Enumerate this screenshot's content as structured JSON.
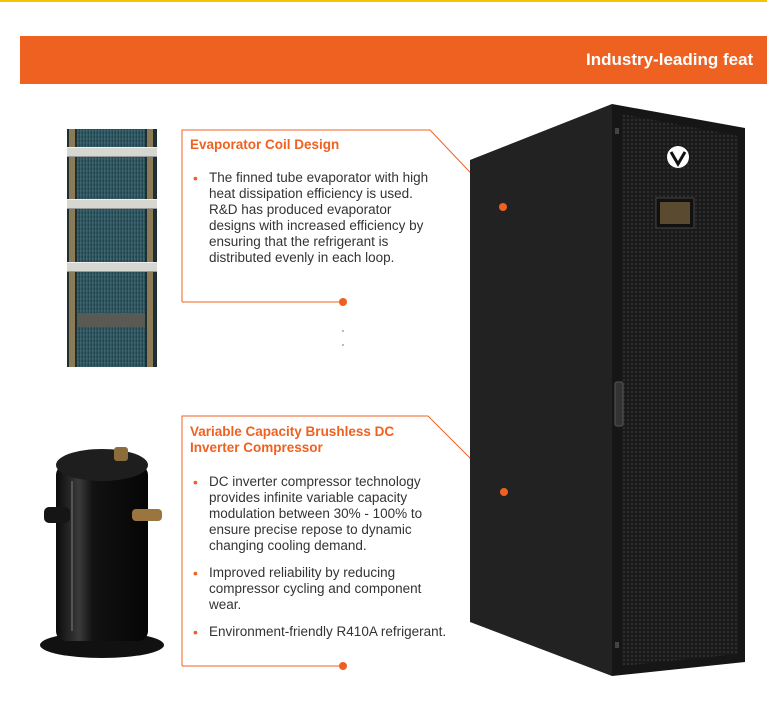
{
  "header": {
    "title": "Industry-leading feat"
  },
  "features": [
    {
      "title": "Evaporator Coil Design",
      "bullets": [
        "The finned tube evaporator with high heat dissipation efficiency is used. R&D has produced evaporator designs with increased efficiency by ensuring that the refrigerant is distributed evenly in each loop."
      ]
    },
    {
      "title_line1": "Variable Capacity Brushless DC",
      "title_line2": "Inverter Compressor",
      "bullets": [
        "DC inverter compressor technology provides infinite variable capacity modulation between 30% - 100% to ensure precise repose to dynamic changing cooling demand.",
        "Improved reliability by reducing compressor cycling and component wear.",
        "Environment-friendly R410A refrigerant."
      ]
    }
  ],
  "colors": {
    "accent": "#ef6121",
    "top_rule": "#f4c400",
    "cabinet": "#1c1c1c",
    "text": "#333333"
  },
  "icons": {
    "brand_logo": "vertiv-logo-icon",
    "bullet": "orange-bullet-icon"
  }
}
